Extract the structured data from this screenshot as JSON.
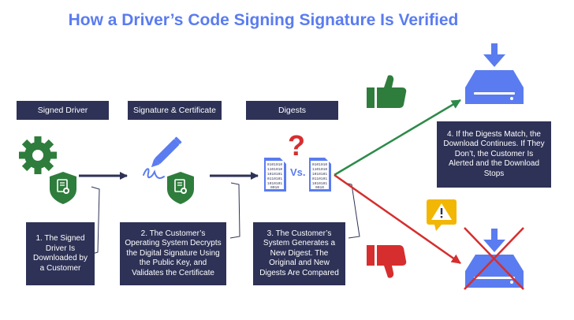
{
  "title": "How a Driver’s Code Signing Signature Is Verified",
  "headers": {
    "signed_driver": "Signed Driver",
    "signature_certificate": "Signature & Certificate",
    "digests": "Digests"
  },
  "steps": {
    "step1": "1. The Signed Driver Is Downloaded by a Customer",
    "step2": "2. The Customer’s Operating System Decrypts the Digital Signature Using the Public Key, and Validates the Certificate",
    "step3": "3. The Customer’s System Generates a New Digest. The Original and New Digests Are Compared",
    "step4": "4. If the Digests Match, the Download Continues. If They Don’t, the Customer Is Alerted and the Download Stops"
  },
  "versus_label": "Vs.",
  "question_mark": "?",
  "binary_text": [
    "0101010",
    "1101010",
    "1010101",
    "0110101",
    "1010101",
    "0010"
  ],
  "colors": {
    "title": "#5a7cf0",
    "box": "#2e3256",
    "icon_green": "#2e7d3c",
    "icon_blue": "#5a7cf0",
    "arrow_success": "#2e8a4a",
    "arrow_fail": "#d62e2e",
    "warning": "#f2b705"
  }
}
